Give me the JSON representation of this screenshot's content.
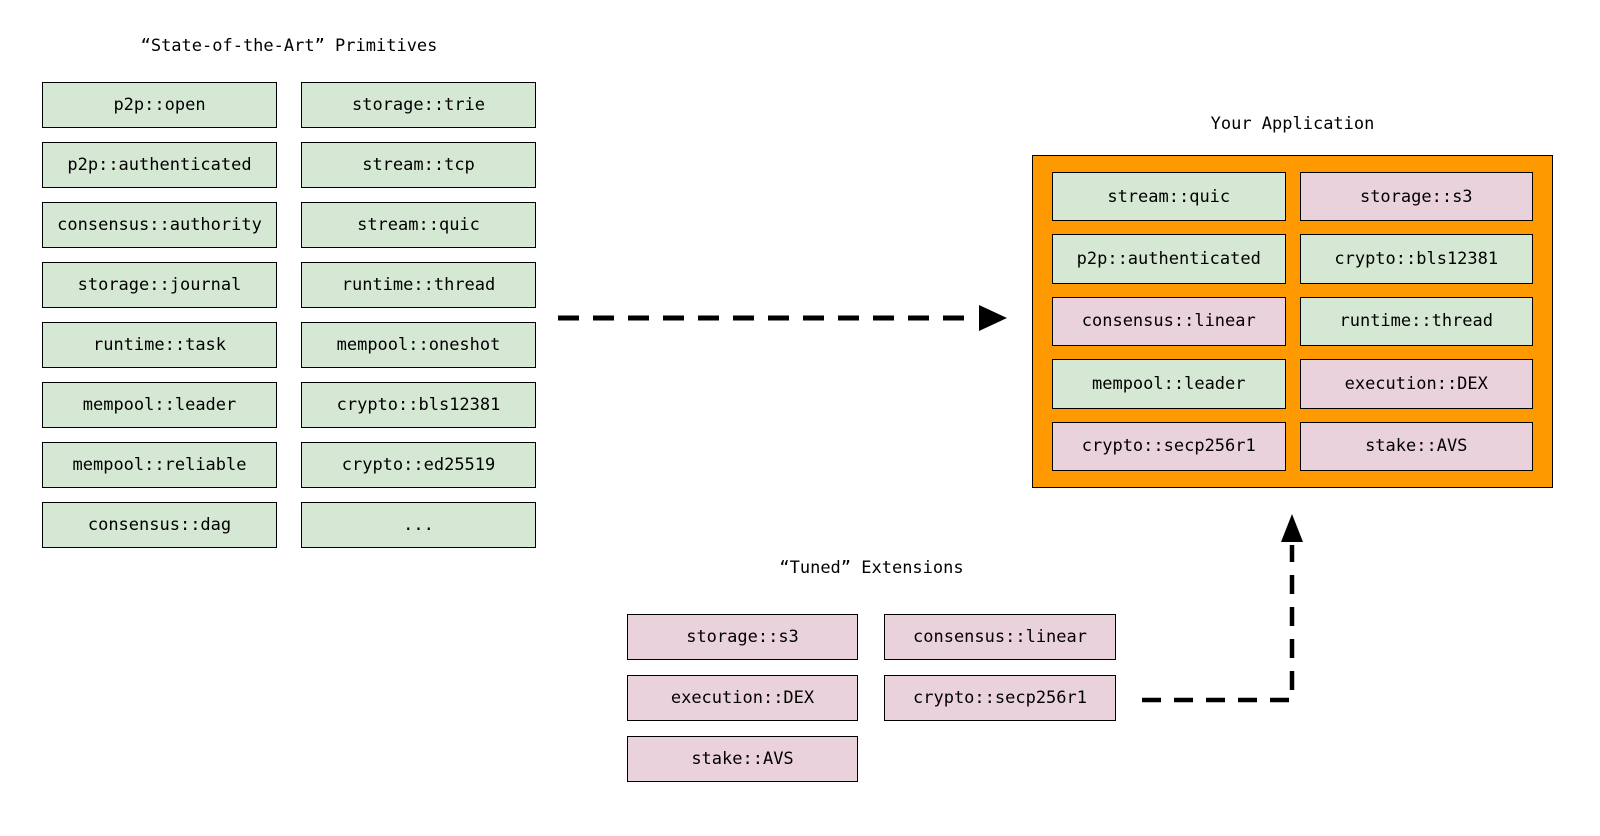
{
  "colors": {
    "background": "#ffffff",
    "green": "#d5e8d4",
    "pink": "#ead2dc",
    "orange": "#ff9900",
    "line": "#000000",
    "text": "#000000"
  },
  "primitives": {
    "title": "“State-of-the-Art” Primitives",
    "col1": [
      "p2p::open",
      "p2p::authenticated",
      "consensus::authority",
      "storage::journal",
      "runtime::task",
      "mempool::leader",
      "mempool::reliable",
      "consensus::dag"
    ],
    "col2": [
      "storage::trie",
      "stream::tcp",
      "stream::quic",
      "runtime::thread",
      "mempool::oneshot",
      "crypto::bls12381",
      "crypto::ed25519",
      "..."
    ]
  },
  "application": {
    "title": "Your Application",
    "col1": [
      {
        "label": "stream::quic",
        "variant": "green"
      },
      {
        "label": "p2p::authenticated",
        "variant": "green"
      },
      {
        "label": "consensus::linear",
        "variant": "pink"
      },
      {
        "label": "mempool::leader",
        "variant": "green"
      },
      {
        "label": "crypto::secp256r1",
        "variant": "pink"
      }
    ],
    "col2": [
      {
        "label": "storage::s3",
        "variant": "pink"
      },
      {
        "label": "crypto::bls12381",
        "variant": "green"
      },
      {
        "label": "runtime::thread",
        "variant": "green"
      },
      {
        "label": "execution::DEX",
        "variant": "pink"
      },
      {
        "label": "stake::AVS",
        "variant": "pink"
      }
    ]
  },
  "extensions": {
    "title": "“Tuned” Extensions",
    "col1": [
      "storage::s3",
      "execution::DEX",
      "stake::AVS"
    ],
    "col2": [
      "consensus::linear",
      "crypto::secp256r1"
    ]
  }
}
